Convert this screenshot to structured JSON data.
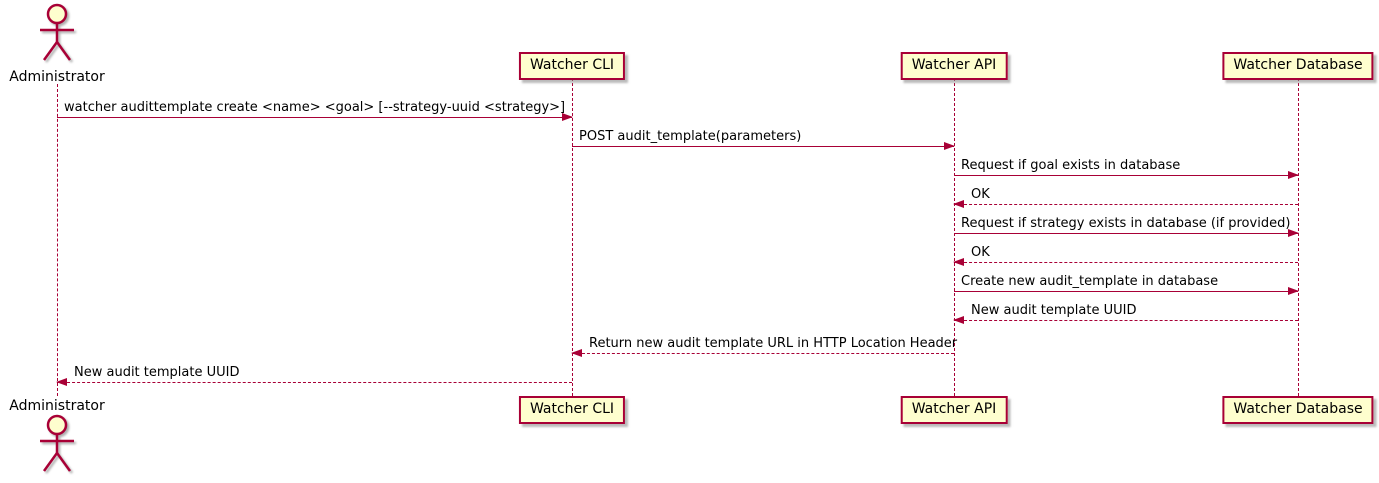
{
  "diagram": {
    "type": "sequence",
    "actor": {
      "name": "Administrator"
    },
    "participants": [
      {
        "id": "watcher-cli",
        "label": "Watcher CLI"
      },
      {
        "id": "watcher-api",
        "label": "Watcher API"
      },
      {
        "id": "watcher-database",
        "label": "Watcher Database"
      }
    ],
    "messages": [
      {
        "from": "Administrator",
        "to": "Watcher CLI",
        "line": "solid",
        "text": "watcher audittemplate create <name> <goal> [--strategy-uuid <strategy>]"
      },
      {
        "from": "Watcher CLI",
        "to": "Watcher API",
        "line": "solid",
        "text": "POST audit_template(parameters)"
      },
      {
        "from": "Watcher API",
        "to": "Watcher Database",
        "line": "solid",
        "text": "Request if goal exists in database"
      },
      {
        "from": "Watcher Database",
        "to": "Watcher API",
        "line": "dashed",
        "text": "OK"
      },
      {
        "from": "Watcher API",
        "to": "Watcher Database",
        "line": "solid",
        "text": "Request if strategy exists in database (if provided)"
      },
      {
        "from": "Watcher Database",
        "to": "Watcher API",
        "line": "dashed",
        "text": "OK"
      },
      {
        "from": "Watcher API",
        "to": "Watcher Database",
        "line": "solid",
        "text": "Create new audit_template in database"
      },
      {
        "from": "Watcher Database",
        "to": "Watcher API",
        "line": "dashed",
        "text": "New audit template UUID"
      },
      {
        "from": "Watcher API",
        "to": "Watcher CLI",
        "line": "dashed",
        "text": "Return new audit template URL in HTTP Location Header"
      },
      {
        "from": "Watcher CLI",
        "to": "Administrator",
        "line": "dashed",
        "text": "New audit template UUID"
      }
    ],
    "colors": {
      "accent": "#A80036",
      "participant_fill": "#FEFECE",
      "text": "#000000",
      "background": "#FFFFFF"
    }
  }
}
